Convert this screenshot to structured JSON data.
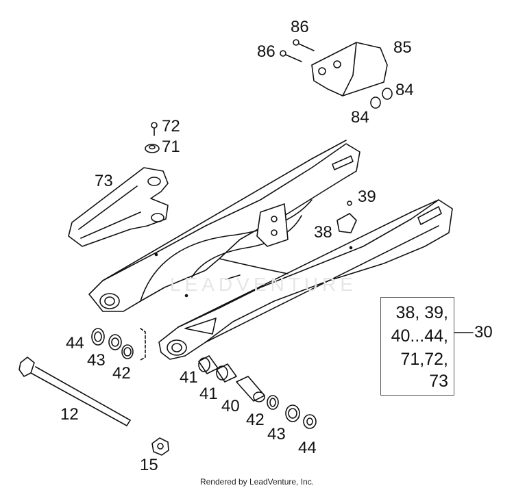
{
  "callouts": {
    "c86a": "86",
    "c86b": "86",
    "c85": "85",
    "c84a": "84",
    "c84b": "84",
    "c72": "72",
    "c71": "71",
    "c73": "73",
    "c39": "39",
    "c38": "38",
    "c44a": "44",
    "c43a": "43",
    "c42a": "42",
    "c41a": "41",
    "c41b": "41",
    "c40": "40",
    "c42b": "42",
    "c43b": "43",
    "c44b": "44",
    "c12": "12",
    "c15": "15",
    "c30": "30"
  },
  "kit_box": {
    "lines": [
      "38, 39,",
      "40...44,",
      "71,72,",
      "73"
    ]
  },
  "watermark": "LEADVENTURE",
  "footer": "Rendered by LeadVenture, Inc."
}
